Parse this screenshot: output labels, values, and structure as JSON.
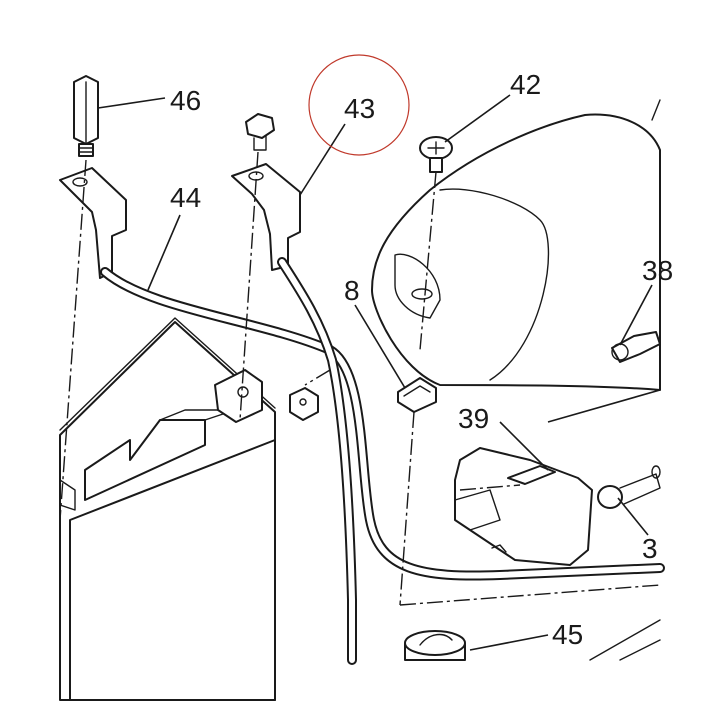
{
  "diagram": {
    "highlight_color": "#c0392b",
    "line_color": "#1a1a1a",
    "callouts": {
      "c46": "46",
      "c44": "44",
      "c43": "43",
      "c42": "42",
      "c8": "8",
      "c39": "39",
      "c45": "45",
      "c38": "38",
      "c3": "3"
    },
    "highlighted_part": "43"
  }
}
